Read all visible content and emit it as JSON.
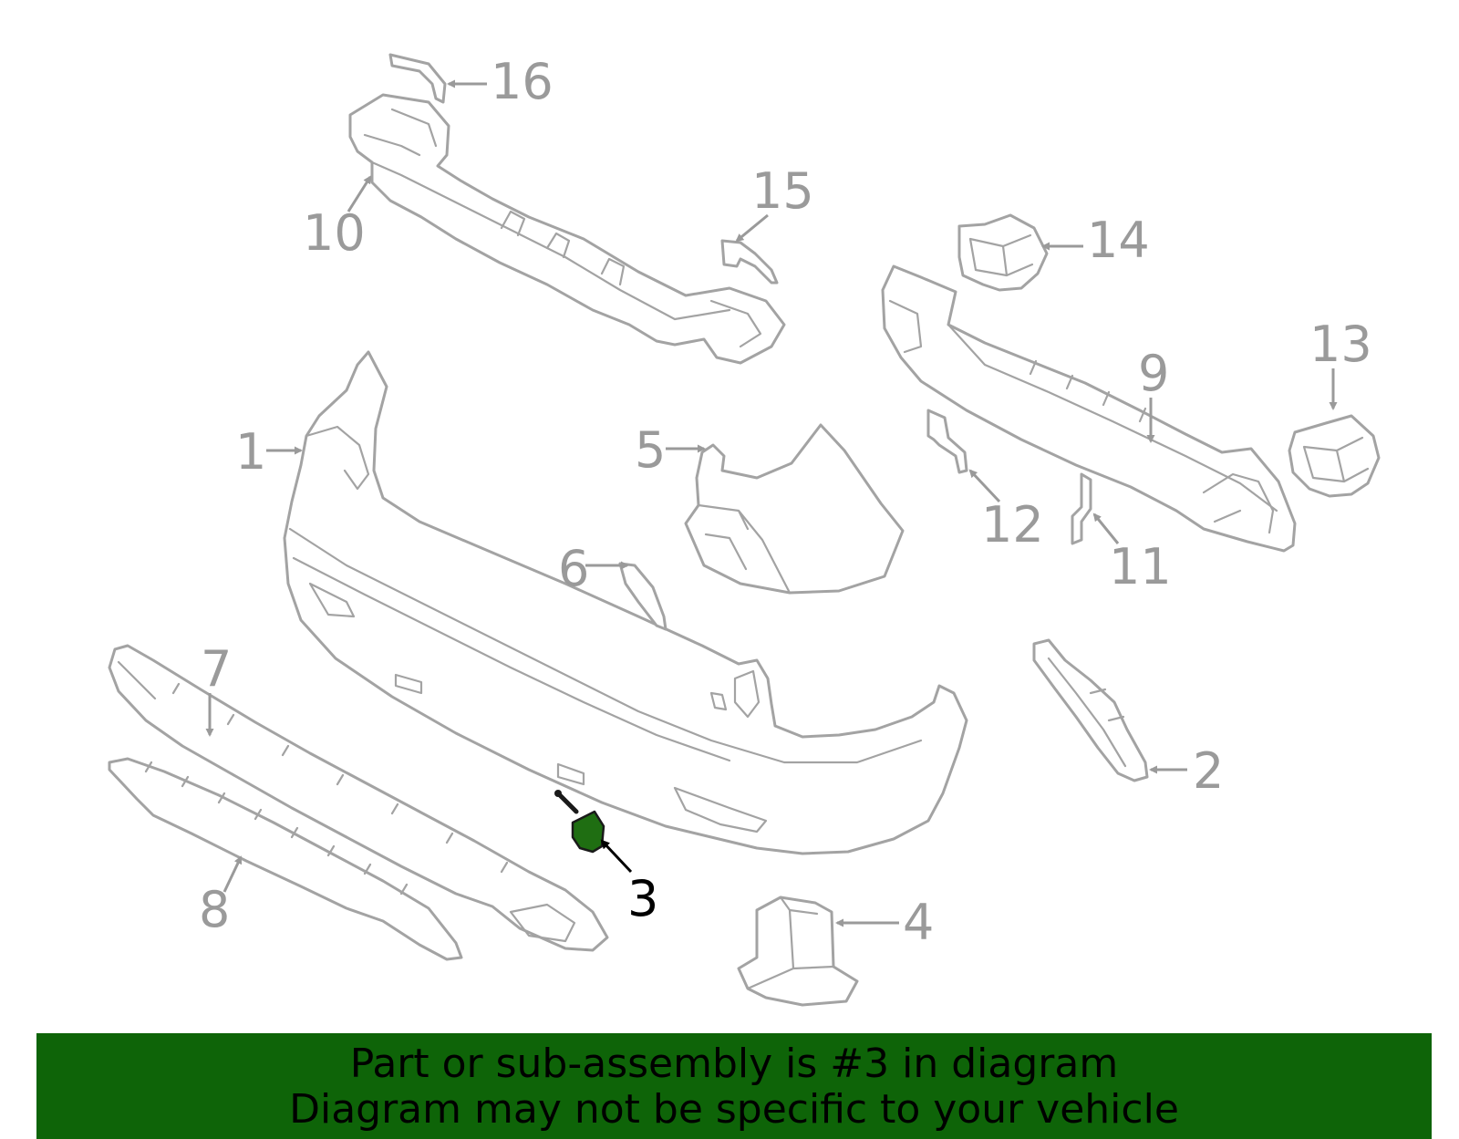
{
  "callouts": [
    "1",
    "2",
    "3",
    "4",
    "5",
    "6",
    "7",
    "8",
    "9",
    "10",
    "11",
    "12",
    "13",
    "14",
    "15",
    "16"
  ],
  "highlight": "3",
  "banner": {
    "line1": "Part or sub-assembly is #3 in diagram",
    "line2": "Diagram may not be specific to your vehicle"
  },
  "colors": {
    "banner_bg": "#0e6408",
    "highlight_part": "#1f6e12",
    "part_outline": "#a3a3a3",
    "callout_text": "#9a9a9a"
  }
}
